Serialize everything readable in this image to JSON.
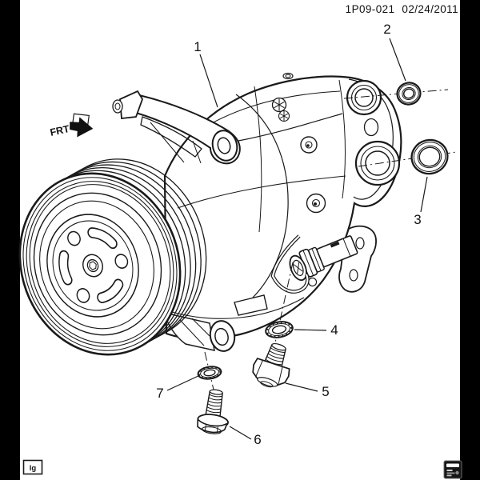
{
  "header": {
    "code": "1P09-021",
    "date": "02/24/2011"
  },
  "orientation": {
    "label": "FRT"
  },
  "callouts": [
    {
      "label": "1"
    },
    {
      "label": "2"
    },
    {
      "label": "3"
    },
    {
      "label": "4"
    },
    {
      "label": "5"
    },
    {
      "label": "6"
    },
    {
      "label": "7"
    }
  ],
  "footer": {
    "artist_mark": "lg"
  },
  "colors": {
    "line": "#1a1a1a",
    "background": "#ffffff",
    "pillarbox": "#000000"
  }
}
